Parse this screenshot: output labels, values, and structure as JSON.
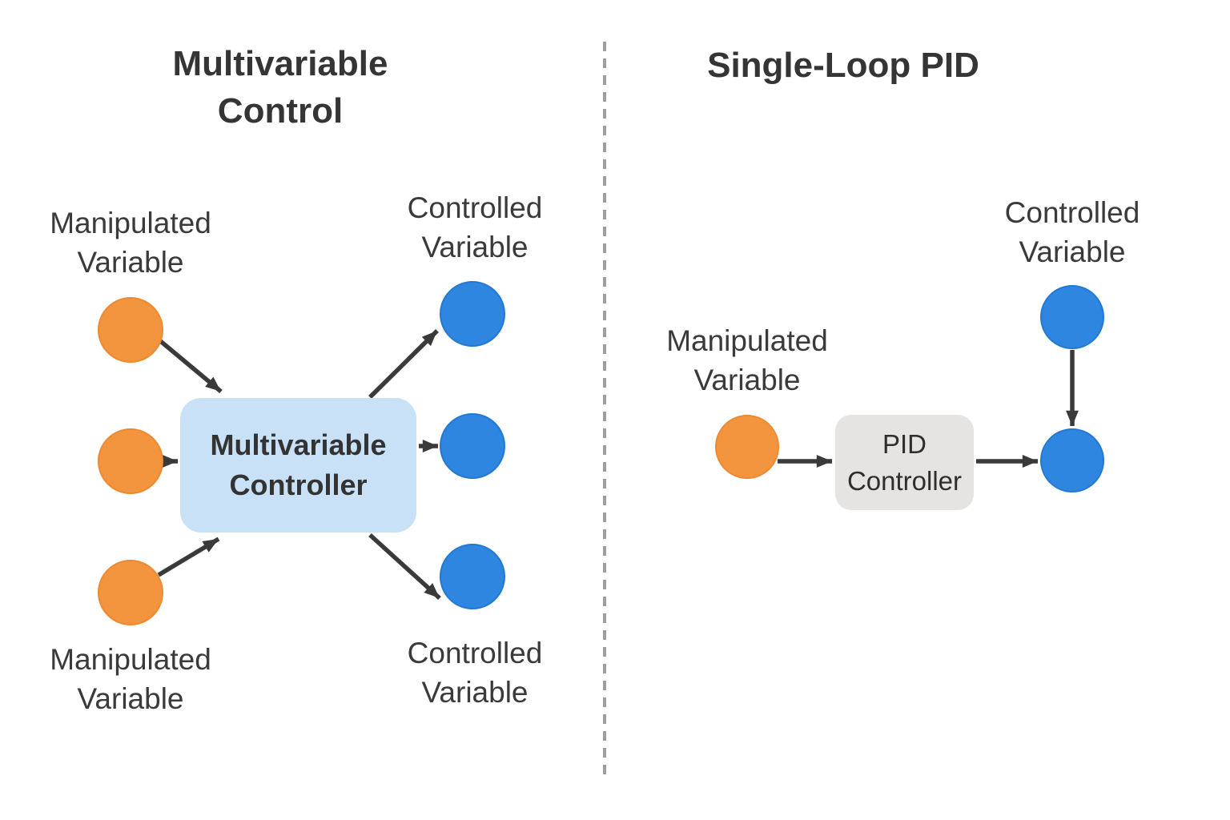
{
  "colors": {
    "manipulated_node_fill": "#f3953f",
    "controlled_node_fill": "#2e86e0",
    "multivariable_controller_fill": "#c9e1f6",
    "pid_controller_fill": "#e5e4e3",
    "arrow": "#3a3a3a",
    "divider": "#9e9e9e",
    "text": "#3a3a3a"
  },
  "left_panel": {
    "title": "Multivariable\nControl",
    "controller_label": "Multivariable\nController",
    "input_label_top": "Manipulated\nVariable",
    "input_label_bottom": "Manipulated\nVariable",
    "output_label_top": "Controlled\nVariable",
    "output_label_bottom": "Controlled\nVariable"
  },
  "right_panel": {
    "title": "Single-Loop PID",
    "controller_label": "PID\nController",
    "input_label": "Manipulated\nVariable",
    "output_label": "Controlled\nVariable"
  }
}
